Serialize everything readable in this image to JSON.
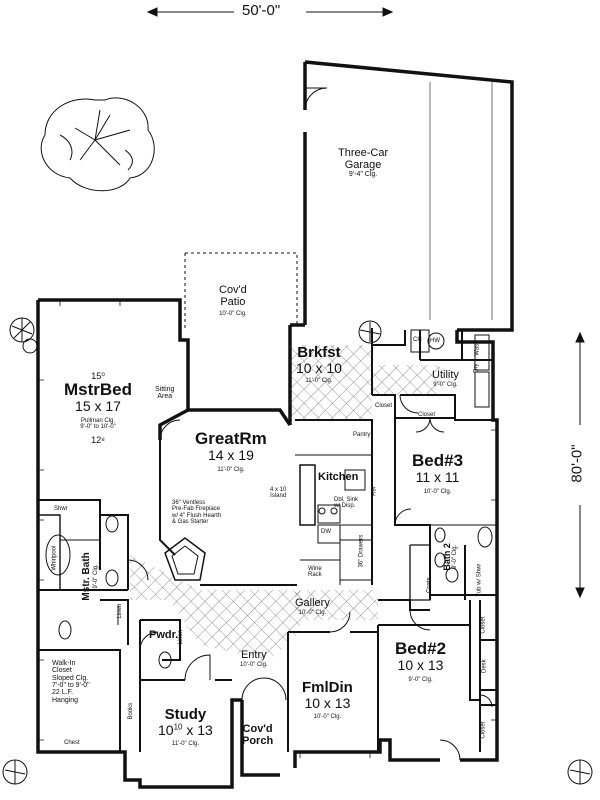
{
  "dimensions": {
    "width_label": "50'-0\"",
    "depth_label": "80'-0\""
  },
  "rooms": {
    "garage": {
      "name_line1": "Three-Car",
      "name_line2": "Garage",
      "ceiling": "9'-4\" Clg."
    },
    "patio": {
      "name_line1": "Cov'd",
      "name_line2": "Patio",
      "ceiling": "10'-0\" Clg."
    },
    "brkfst": {
      "name": "Brkfst",
      "size": "10 x 10",
      "ceiling": "11'-0\" Clg."
    },
    "utility": {
      "name": "Utility",
      "ceiling": "9'-0\" Clg.",
      "ch": "CH",
      "hw": "HW",
      "dry": "Dry",
      "wash": "Wash"
    },
    "mstrbed": {
      "name": "MstrBed",
      "size": "15 x 17",
      "ceiling1": "Pullman Clg.",
      "ceiling2": "9'-0\" to 10'-0\"",
      "top_dim": "15⁰",
      "bottom_dim": "12⁸"
    },
    "sitting": {
      "line1": "Sitting",
      "line2": "Area"
    },
    "greatrm": {
      "name": "GreatRm",
      "size": "14 x 19",
      "ceiling": "11'-0\" Clg.",
      "fireplace": [
        "36\" Ventless",
        "Pre-Fab Fireplace",
        "w/ 4\" Flush Hearth",
        "& Gas Starter"
      ]
    },
    "kitchen": {
      "name": "Kitchen",
      "island1": "4 x 10",
      "island2": "Island",
      "sink1": "Dbl. Sink",
      "sink2": "w/ Disp.",
      "dw": "DW",
      "ref": "Ref",
      "pantry": "Pantry",
      "drawers": "36\" Drawers"
    },
    "wine": {
      "line1": "Wine",
      "line2": "Rack"
    },
    "closet_a": "Closet",
    "closet_b": "Closet",
    "bed3": {
      "name": "Bed#3",
      "size": "11 x 11",
      "ceiling": "10'-0\" Clg."
    },
    "mstrbath": {
      "name1": "Mstr. Bath",
      "ceiling": "9'-0\" Clg.",
      "shwr": "Shwr",
      "whirlpool": "Whirlpool"
    },
    "bath2": {
      "name": "Bath 2",
      "ceiling": "9'-0\" Clg.",
      "tub": "Tub w/ Shwr"
    },
    "coats": "Coats",
    "gallery": {
      "name": "Gallery",
      "ceiling": "10'-0\" Clg."
    },
    "linen1": "Linen",
    "linen2": "Linen",
    "walkin": {
      "lines": [
        "Walk-In",
        "Closet",
        "Sloped Clg.",
        "7'-0\" to 9'-0\"",
        "22 L.F.",
        "Hanging"
      ]
    },
    "pwdr": {
      "name": "Pwdr."
    },
    "entry": {
      "name": "Entry",
      "ceiling": "10'-0\" Clg."
    },
    "fmldin": {
      "name": "FmlDin",
      "size": "10 x 13",
      "ceiling": "10'-0\" Clg."
    },
    "bed2": {
      "name": "Bed#2",
      "size": "10 x 13",
      "ceiling": "9'-0\" Clg.",
      "closet": "Closet",
      "desk": "Desk",
      "closet2": "Closet"
    },
    "study": {
      "name": "Study",
      "size_main": "10",
      "size_sup": "10",
      "size_rest": " x 13",
      "ceiling": "11'-0\" Clg.",
      "books": "Books"
    },
    "porch": {
      "line1": "Cov'd",
      "line2": "Porch"
    },
    "chest": "Chest"
  }
}
